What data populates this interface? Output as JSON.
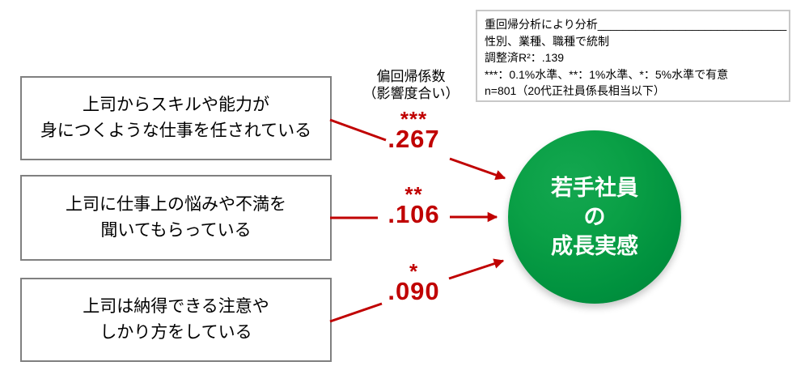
{
  "diagram": {
    "coefficient_header": {
      "lines": [
        "偏回帰係数",
        "（影響度合い）"
      ]
    },
    "predictors": [
      {
        "lines": [
          "上司からスキルや能力が",
          "身につくような仕事を任されている"
        ],
        "stars": "***",
        "coefficient": ".267"
      },
      {
        "lines": [
          "上司に仕事上の悩みや不満を",
          "聞いてもらっている"
        ],
        "stars": "**",
        "coefficient": ".106"
      },
      {
        "lines": [
          "上司は納得できる注意や",
          "しかり方をしている"
        ],
        "stars": "*",
        "coefficient": ".090"
      }
    ],
    "outcome": {
      "lines": [
        "若手社員",
        "の",
        "成長実感"
      ]
    },
    "note_box": {
      "lines": [
        "重回帰分析により分析______________________________",
        "性別、業種、職種で統制",
        "調整済R²：.139",
        "***：0.1%水準、**：1%水準、*：5%水準で有意",
        "n=801（20代正社員係長相当以下）"
      ]
    },
    "colors": {
      "arrow_red": "#c00000",
      "outcome_green": "#00913e",
      "box_border_gray": "#808080"
    }
  }
}
